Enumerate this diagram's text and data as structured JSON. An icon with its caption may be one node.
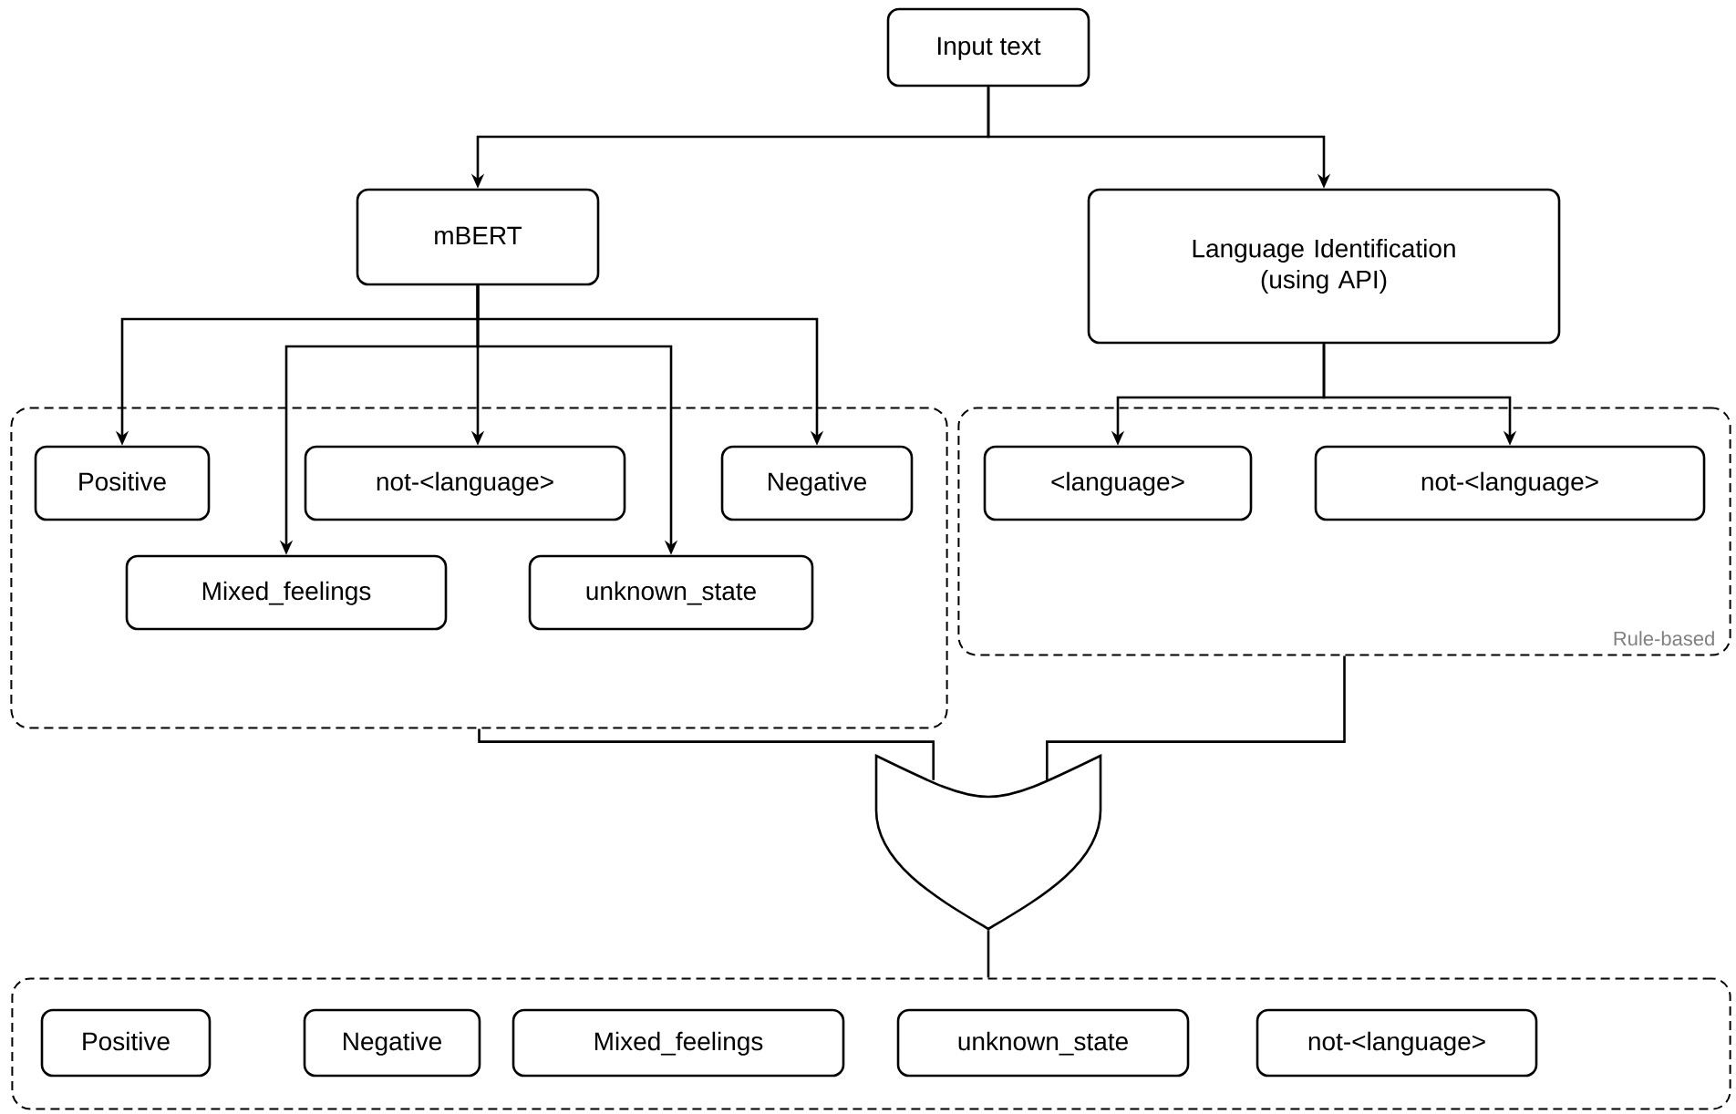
{
  "diagram": {
    "nodes": [
      {
        "text": [
          "Input text"
        ]
      },
      {
        "text": [
          "mBERT"
        ]
      },
      {
        "text": [
          "Language Identification (using API)"
        ]
      },
      {
        "text": [],
        "shape": "box"
      },
      {
        "text": [
          "Positive"
        ],
        "in": 3
      },
      {
        "text": [
          "not-<language>"
        ],
        "in": 3
      },
      {
        "text": [
          "Negative"
        ],
        "in": 3
      },
      {
        "text": [
          "Mixed_feelings"
        ],
        "in": 3
      },
      {
        "text": [
          "unknown_state"
        ],
        "in": 3
      },
      {
        "text": [
          "Rule-based"
        ]
      },
      {
        "text": [
          "<language>"
        ],
        "in": 9
      },
      {
        "text": [
          "not-<language>"
        ],
        "in": 9
      },
      {
        "text": [],
        "shape": "gate"
      },
      {
        "text": [],
        "shape": "box"
      },
      {
        "text": [
          "Positive"
        ],
        "in": 13
      },
      {
        "text": [
          "Negative"
        ],
        "in": 13
      },
      {
        "text": [
          "Mixed_feelings"
        ],
        "in": 13
      },
      {
        "text": [
          "unknown_state"
        ],
        "in": 13
      },
      {
        "text": [
          "not-<language>"
        ],
        "in": 13
      }
    ],
    "edges": [
      {
        "from": 0,
        "to": 1,
        "arrow": "to"
      },
      {
        "from": 0,
        "to": 2,
        "arrow": "to"
      },
      {
        "from": 1,
        "to": 4,
        "arrow": "to"
      },
      {
        "from": 1,
        "to": 5,
        "arrow": "to"
      },
      {
        "from": 1,
        "to": 6,
        "arrow": "to"
      },
      {
        "from": 1,
        "to": 7,
        "arrow": "to"
      },
      {
        "from": 1,
        "to": 8,
        "arrow": "to"
      },
      {
        "from": 2,
        "to": 10,
        "arrow": "to"
      },
      {
        "from": 2,
        "to": 11,
        "arrow": "to"
      },
      {
        "from": 3,
        "to": 12,
        "arrow": "none"
      },
      {
        "from": 9,
        "to": 12,
        "arrow": "none"
      },
      {
        "from": 12,
        "to": 13,
        "arrow": "none"
      }
    ]
  }
}
